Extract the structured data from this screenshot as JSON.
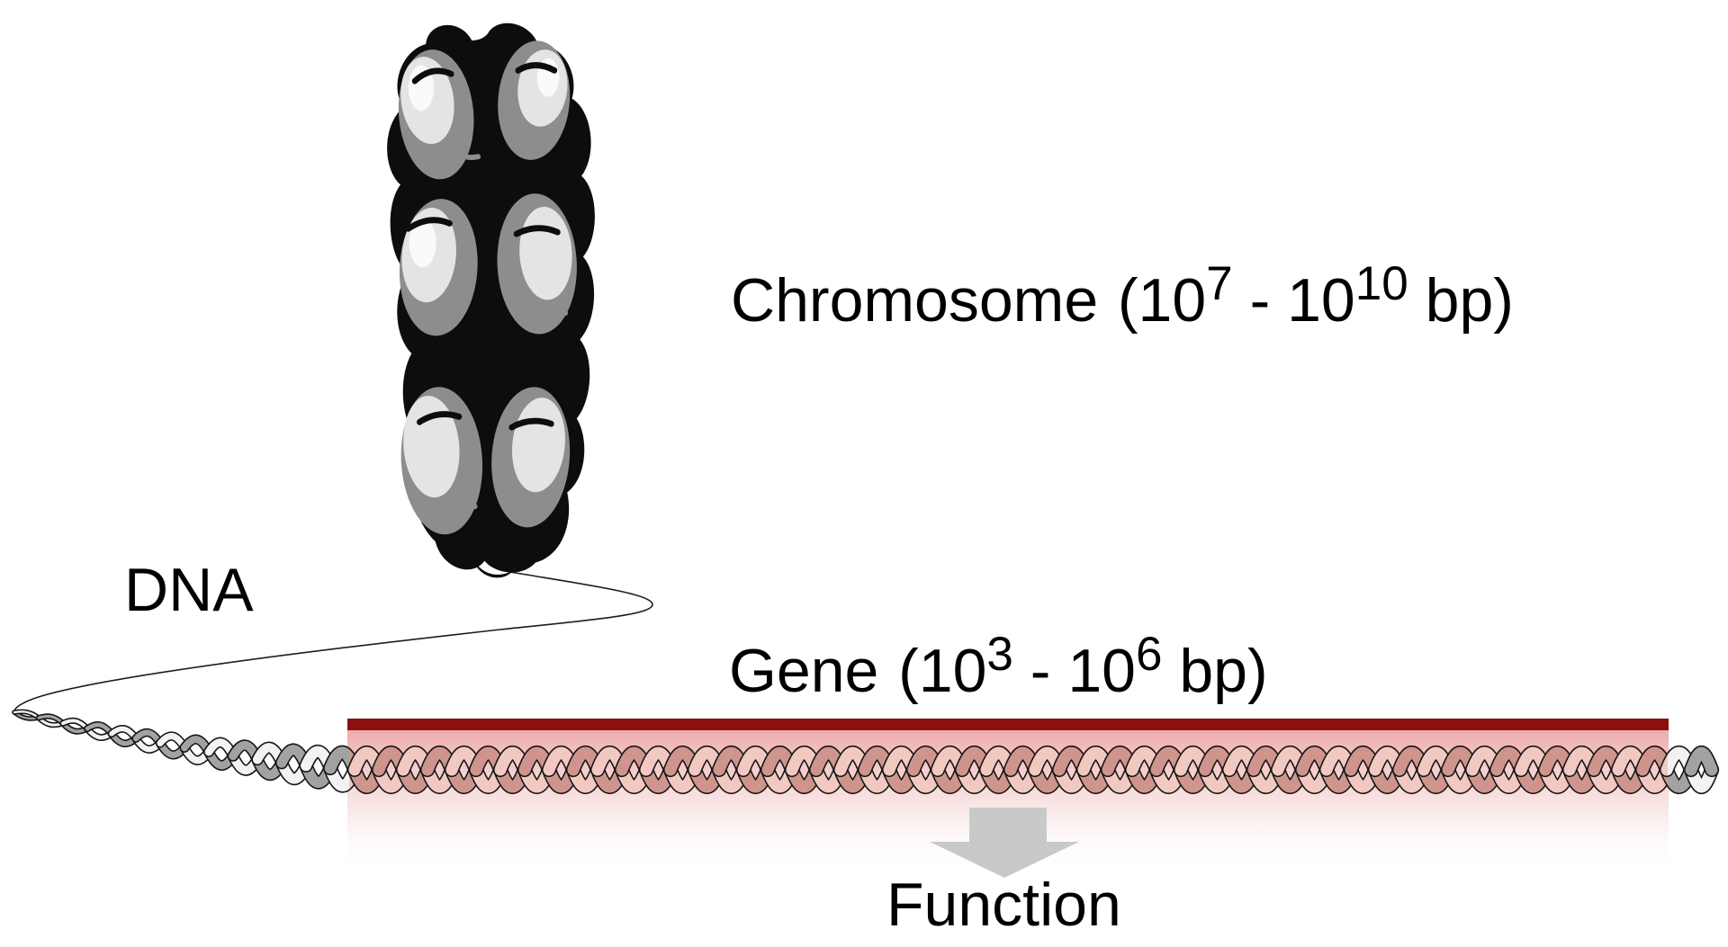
{
  "diagram": {
    "labels": {
      "chromosome": {
        "name": "Chromosome",
        "open": "(10",
        "exp1": "7",
        "mid": " - 10",
        "exp2": "10",
        "close": " bp)"
      },
      "gene": {
        "name": "Gene",
        "open": "(10",
        "exp1": "3",
        "mid": " - 10",
        "exp2": "6",
        "close": " bp)"
      },
      "dna": "DNA",
      "function": "Function"
    },
    "colors": {
      "background": "#ffffff",
      "text": "#000000",
      "gene_bar": "#8b1111",
      "gene_glow": "#eeacac",
      "arrow": "#c9c9c9",
      "helix_pink_light": "#f2c9c1",
      "helix_pink_dark": "#cf958d",
      "helix_gray_light": "#f2f2f2",
      "helix_gray_dark": "#a2a2a2"
    }
  }
}
